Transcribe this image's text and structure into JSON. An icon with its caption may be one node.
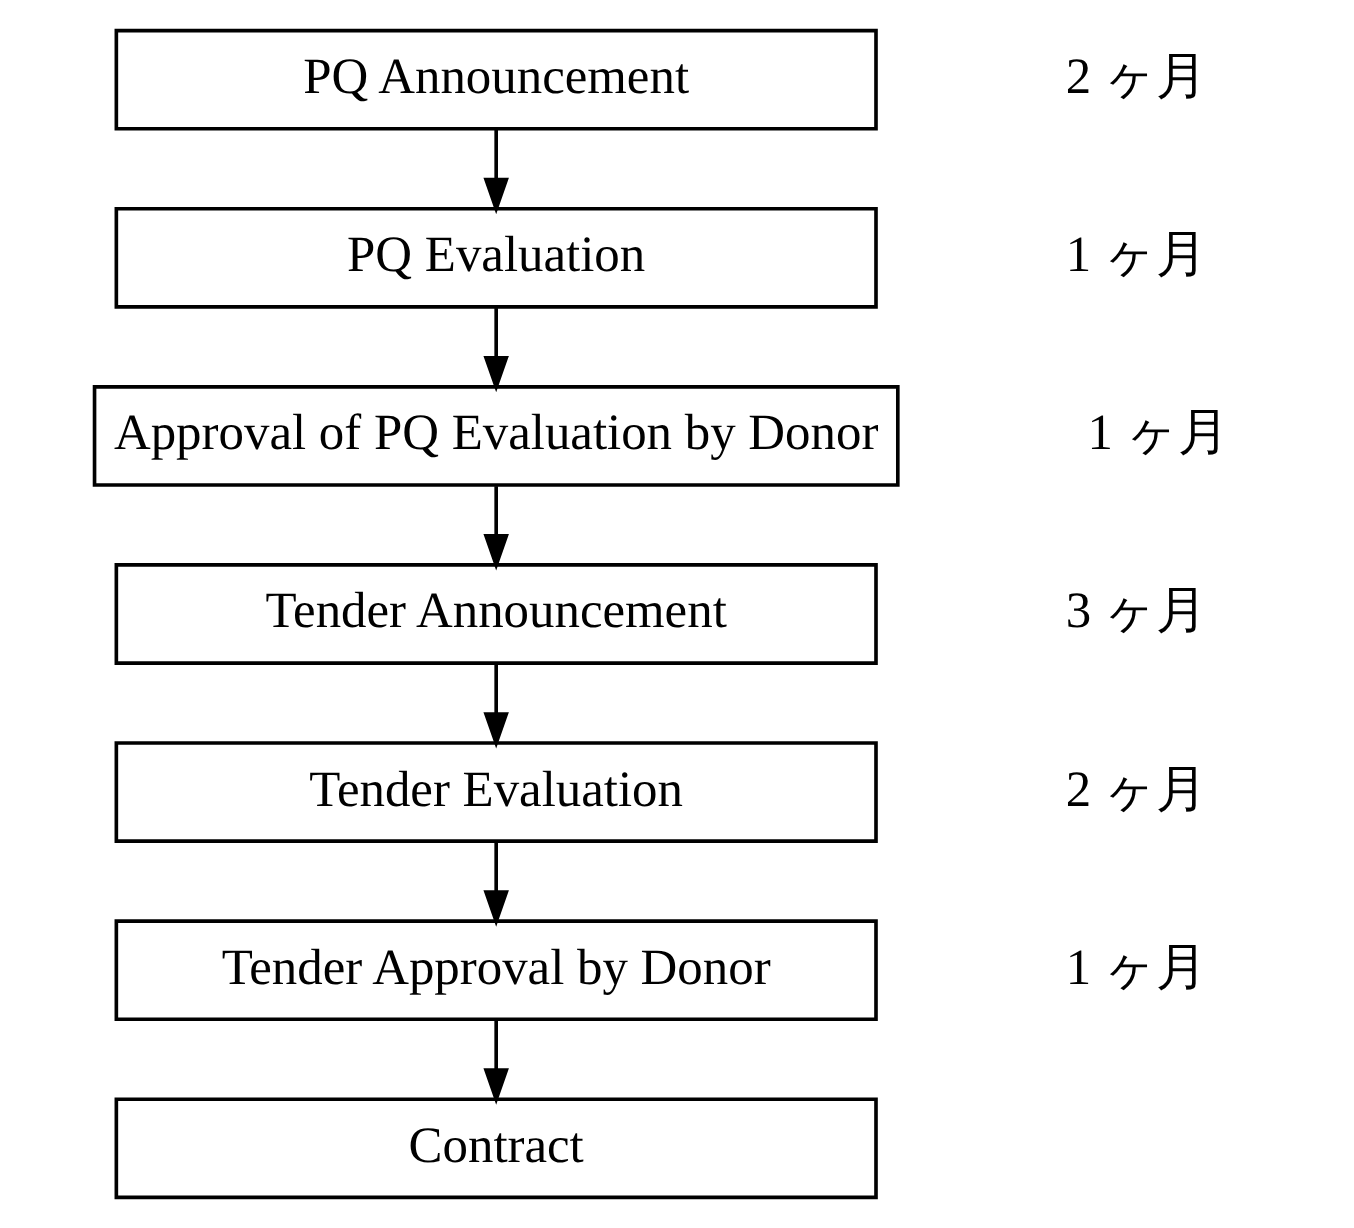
{
  "diagram": {
    "nodes": [
      {
        "text": [
          "PQ Announcement"
        ],
        "beside": [
          "2 ヶ月"
        ]
      },
      {
        "text": [
          "PQ Evaluation"
        ],
        "beside": [
          "1 ヶ月"
        ]
      },
      {
        "text": [
          "Approval of PQ Evaluation by Donor"
        ],
        "beside": [
          "1 ヶ月"
        ]
      },
      {
        "text": [
          "Tender Announcement"
        ],
        "beside": [
          "3 ヶ月"
        ]
      },
      {
        "text": [
          "Tender Evaluation"
        ],
        "beside": [
          "2 ヶ月"
        ]
      },
      {
        "text": [
          "Tender Approval by Donor"
        ],
        "beside": [
          "1 ヶ月"
        ]
      },
      {
        "text": [
          "Contract"
        ]
      }
    ],
    "edges": [
      {
        "from": 0,
        "to": 1,
        "arrow": "to"
      },
      {
        "from": 1,
        "to": 2,
        "arrow": "to"
      },
      {
        "from": 2,
        "to": 3,
        "arrow": "to"
      },
      {
        "from": 3,
        "to": 4,
        "arrow": "to"
      },
      {
        "from": 4,
        "to": 5,
        "arrow": "to"
      },
      {
        "from": 5,
        "to": 6,
        "arrow": "to"
      }
    ]
  }
}
